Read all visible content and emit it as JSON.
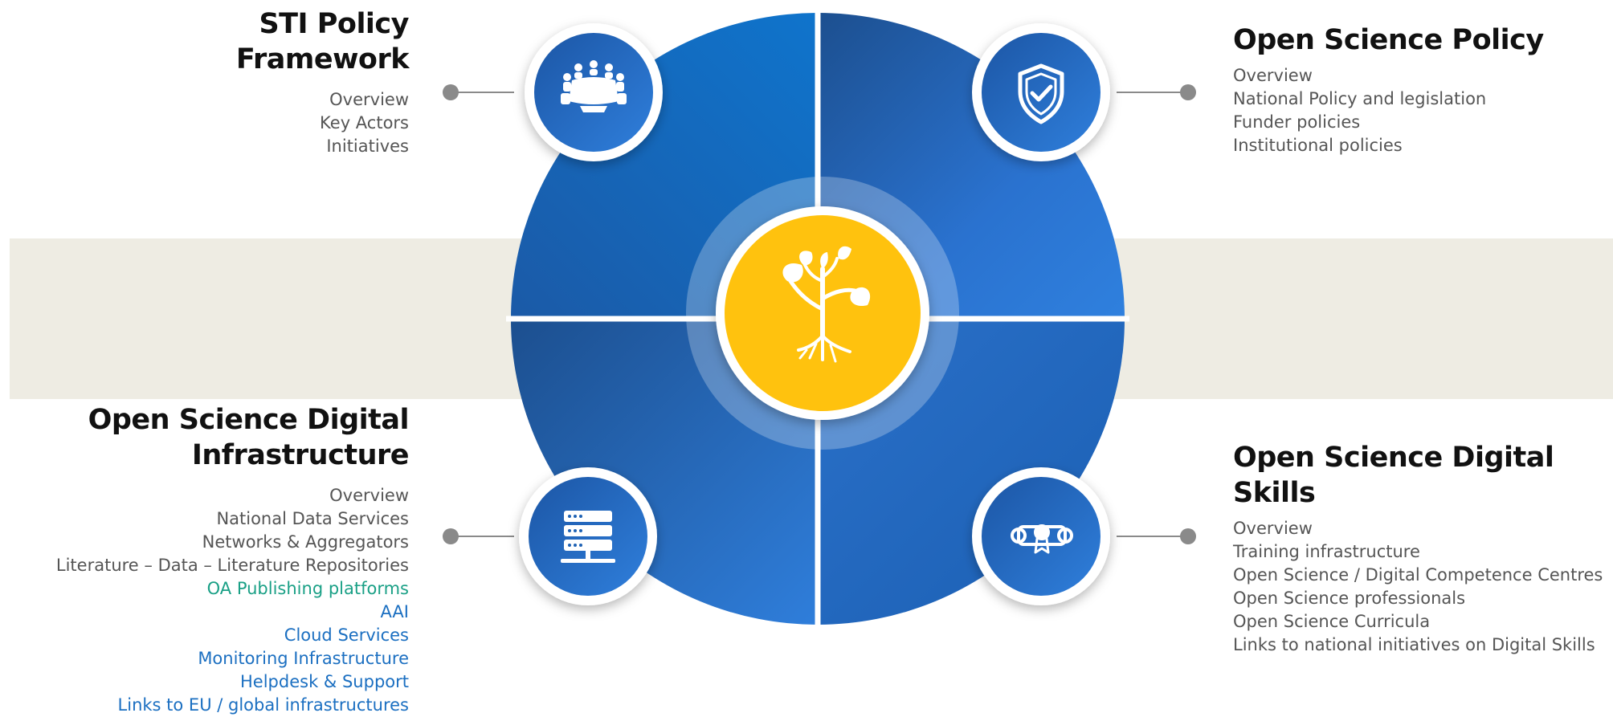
{
  "colors": {
    "band": "#eeece3",
    "quadrant_dark": "#1c4f8f",
    "quadrant_light": "#2e7fdc",
    "center": "#ffc20e",
    "connector": "#8a8a8a",
    "heading": "#111111",
    "item_gray": "#555555",
    "item_blue": "#1b6fc1",
    "item_teal": "#1aa086"
  },
  "center_icon": "sprout-with-roots-icon",
  "sections": {
    "sti": {
      "title_line1": "STI Policy",
      "title_line2": "Framework",
      "icon": "conference-table-icon",
      "items": [
        "Overview",
        "Key Actors",
        "Initiatives"
      ]
    },
    "osp": {
      "title": "Open Science Policy",
      "icon": "shield-check-icon",
      "items": [
        "Overview",
        "National Policy and legislation",
        "Funder policies",
        "Institutional policies"
      ]
    },
    "osdi": {
      "title_line1": "Open Science Digital",
      "title_line2": "Infrastructure",
      "icon": "server-stack-icon",
      "items": [
        "Overview",
        "National Data Services",
        "Networks & Aggregators",
        "Literature – Data – Literature Repositories",
        "OA Publishing platforms",
        "AAI",
        "Cloud Services",
        "Monitoring Infrastructure",
        "Helpdesk & Support",
        "Links to EU / global infrastructures"
      ]
    },
    "osds": {
      "title_line1": "Open Science Digital",
      "title_line2": "Skills",
      "icon": "diploma-scroll-icon",
      "items": [
        "Overview",
        "Training infrastructure",
        "Open Science / Digital Competence Centres",
        "Open Science professionals",
        "Open Science Curricula",
        "Links to national initiatives on Digital Skills"
      ]
    }
  }
}
